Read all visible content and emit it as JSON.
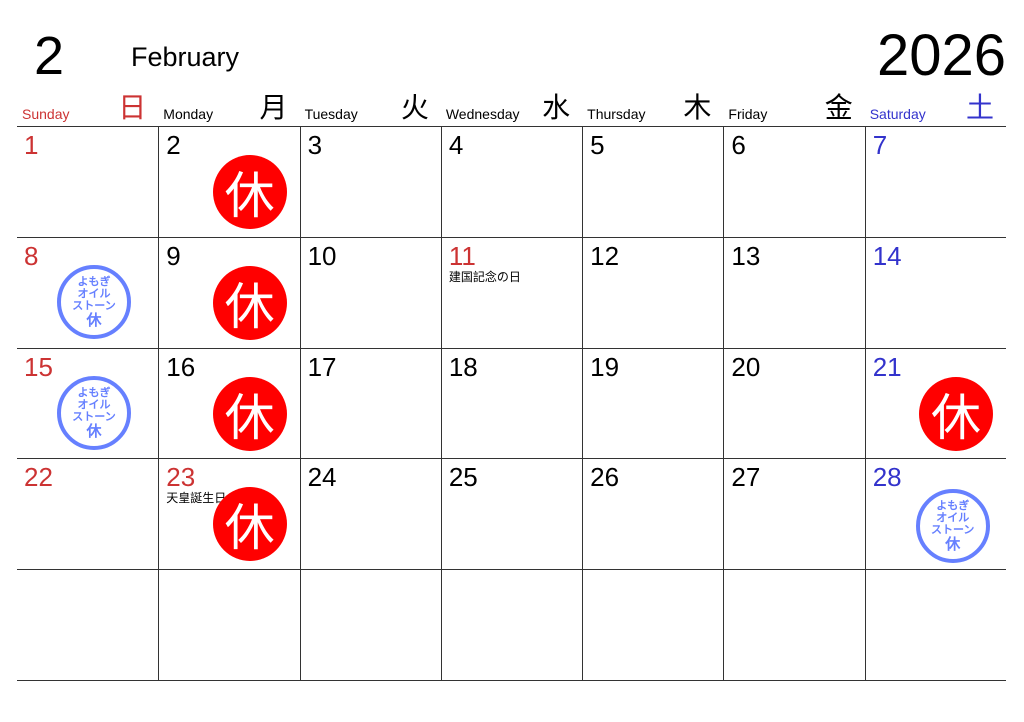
{
  "header": {
    "month_number": "2",
    "month_name": "February",
    "year": "2026"
  },
  "weekdays": [
    {
      "en": "Sunday",
      "jp": "日",
      "color": "red"
    },
    {
      "en": "Monday",
      "jp": "月",
      "color": ""
    },
    {
      "en": "Tuesday",
      "jp": "火",
      "color": ""
    },
    {
      "en": "Wednesday",
      "jp": "水",
      "color": ""
    },
    {
      "en": "Thursday",
      "jp": "木",
      "color": ""
    },
    {
      "en": "Friday",
      "jp": "金",
      "color": ""
    },
    {
      "en": "Saturday",
      "jp": "土",
      "color": "blue"
    }
  ],
  "stamps": {
    "closed": "休",
    "shop_lines": [
      "よもぎ",
      "オイル",
      "ストーン",
      "休"
    ]
  },
  "colors": {
    "sunday": "#cc3333",
    "saturday": "#3333cc",
    "closed_stamp": "#ff0000",
    "shop_stamp": "#6680ff"
  },
  "days": [
    {
      "d": "1",
      "color": "red"
    },
    {
      "d": "2",
      "stamp": "closed"
    },
    {
      "d": "3"
    },
    {
      "d": "4"
    },
    {
      "d": "5"
    },
    {
      "d": "6"
    },
    {
      "d": "7",
      "color": "blue"
    },
    {
      "d": "8",
      "color": "red",
      "stamp": "shop"
    },
    {
      "d": "9",
      "stamp": "closed"
    },
    {
      "d": "10"
    },
    {
      "d": "11",
      "color": "red",
      "holiday": "建国記念の日"
    },
    {
      "d": "12"
    },
    {
      "d": "13"
    },
    {
      "d": "14",
      "color": "blue"
    },
    {
      "d": "15",
      "color": "red",
      "stamp": "shop"
    },
    {
      "d": "16",
      "stamp": "closed"
    },
    {
      "d": "17"
    },
    {
      "d": "18"
    },
    {
      "d": "19"
    },
    {
      "d": "20"
    },
    {
      "d": "21",
      "color": "blue",
      "stamp": "closed"
    },
    {
      "d": "22",
      "color": "red"
    },
    {
      "d": "23",
      "color": "red",
      "holiday": "天皇誕生日",
      "stamp": "closed"
    },
    {
      "d": "24"
    },
    {
      "d": "25"
    },
    {
      "d": "26"
    },
    {
      "d": "27"
    },
    {
      "d": "28",
      "color": "blue",
      "stamp": "shop"
    },
    {
      "d": ""
    },
    {
      "d": ""
    },
    {
      "d": ""
    },
    {
      "d": ""
    },
    {
      "d": ""
    },
    {
      "d": ""
    },
    {
      "d": ""
    }
  ]
}
